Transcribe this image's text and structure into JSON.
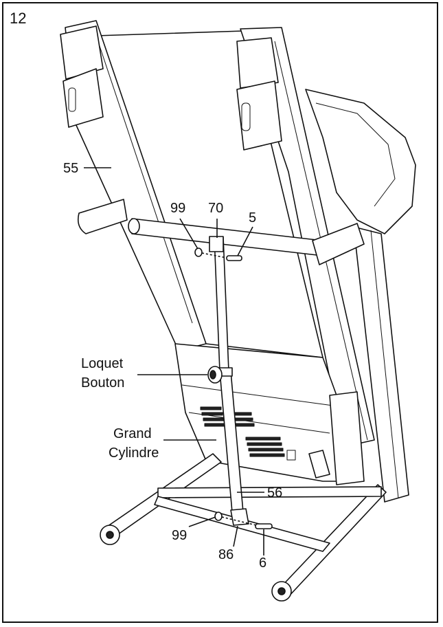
{
  "step_number": "12",
  "labels": {
    "part_55": "55",
    "part_99_top": "99",
    "part_70": "70",
    "part_5": "5",
    "latch_line1": "Loquet",
    "latch_line2": "Bouton",
    "cylinder_line1": "Grand",
    "cylinder_line2": "Cylindre",
    "part_56": "56",
    "part_99_bottom": "99",
    "part_86": "86",
    "part_6": "6"
  },
  "colors": {
    "ink": "#111111",
    "paper": "#ffffff",
    "vent": "#222222"
  }
}
